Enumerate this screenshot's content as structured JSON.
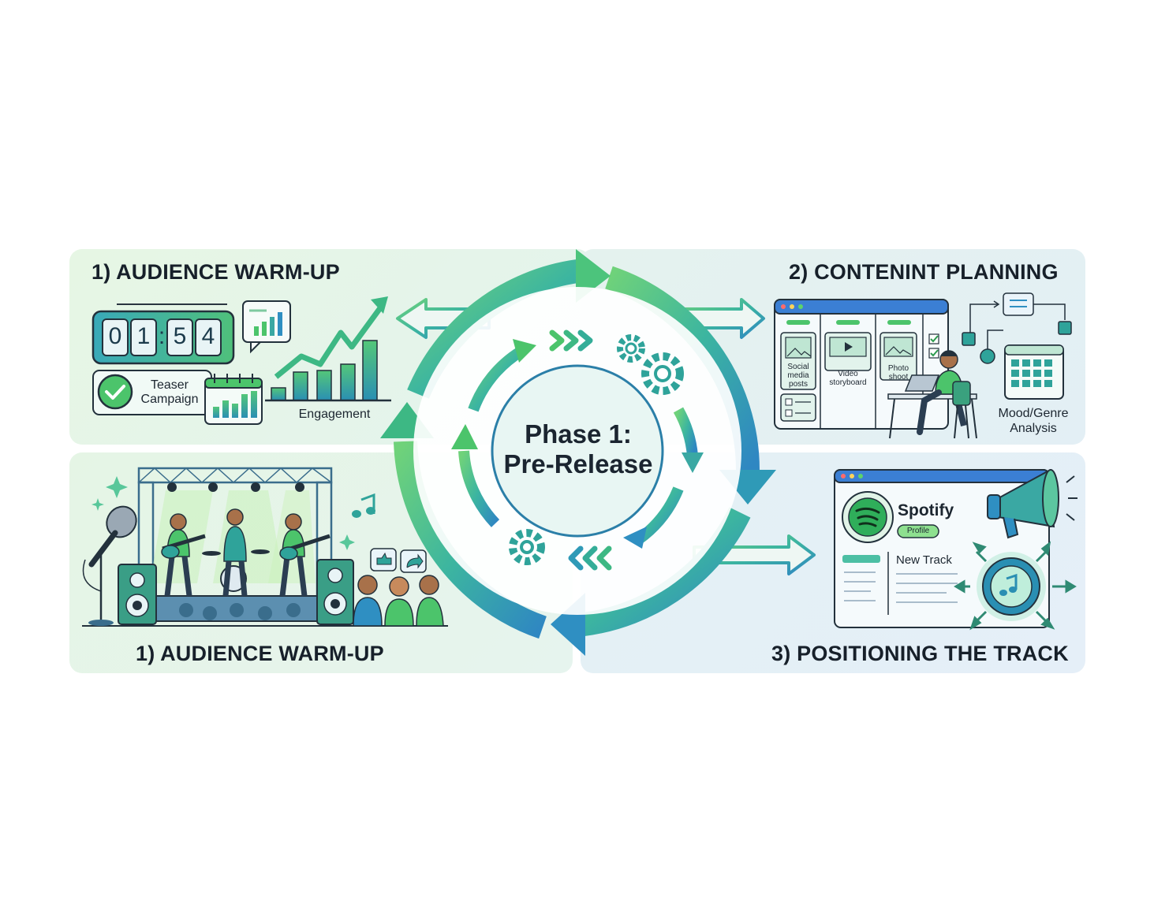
{
  "panels": {
    "top_left": {
      "title": "1) AUDIENCE WARM-UP",
      "timer_digits": [
        "0",
        "1",
        ":",
        "5",
        "4"
      ],
      "teaser_line1": "Teaser",
      "teaser_line2": "Campaign",
      "engagement_label": "Engagement"
    },
    "top_right": {
      "title": "2) CONTENINT PLANNING",
      "card_social": [
        "Social",
        "media",
        "posts"
      ],
      "card_video": [
        "Video",
        "storyboard"
      ],
      "card_photo": [
        "Photo",
        "shoot"
      ],
      "mood_line1": "Mood/Genre",
      "mood_line2": "Analysis"
    },
    "bottom_left": {
      "title": "1) AUDIENCE WARM-UP"
    },
    "bottom_right": {
      "title": "3) POSITIONING THE TRACK",
      "spotify_label": "Spotify",
      "profile_badge": "Profile",
      "new_track_label": "New Track"
    }
  },
  "center": {
    "line1": "Phase 1:",
    "line2": "Pre-Release"
  },
  "colors": {
    "green": "#4cc46b",
    "teal": "#2fa39a",
    "blue": "#2f8fc2",
    "dark": "#17202a"
  },
  "icons": [
    "timer-icon",
    "checkmark-icon",
    "calendar-icon",
    "bar-chart-icon",
    "trend-arrow-icon",
    "chat-chart-icon",
    "gear-icon",
    "chevrons-icon",
    "microphone-icon",
    "speaker-icon",
    "music-note-icon",
    "thumbs-up-icon",
    "share-icon",
    "spotify-logo-icon",
    "megaphone-icon",
    "target-icon",
    "laptop-icon",
    "flowchart-icon"
  ]
}
